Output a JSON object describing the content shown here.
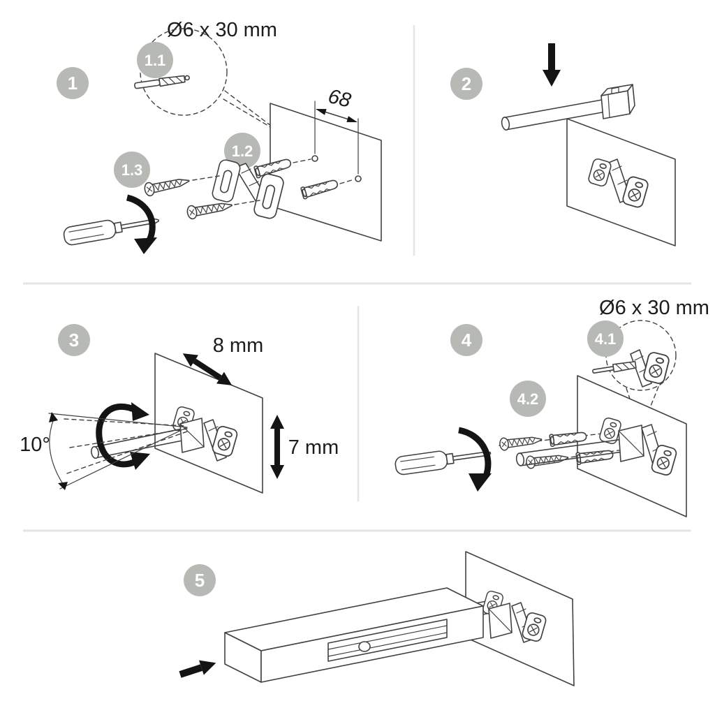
{
  "colors": {
    "badge": "#b7bab4",
    "line": "#414141",
    "arrow": "#141414",
    "divider": "#e4e4e4",
    "label": "#1c1c1c",
    "background": "#ffffff"
  },
  "steps": {
    "step1": {
      "number": "1",
      "substep_drill": "1.1",
      "substep_anchor": "1.2",
      "substep_screw": "1.3",
      "drill_size_label": "Ø6 x 30 mm",
      "hole_spacing_label": "68"
    },
    "step2": {
      "number": "2"
    },
    "step3": {
      "number": "3",
      "angle_label": "10°",
      "slide_label": "8 mm",
      "drop_label": "7 mm"
    },
    "step4": {
      "number": "4",
      "substep_drill": "4.1",
      "substep_screw": "4.2",
      "drill_size_label": "Ø6 x 30 mm"
    },
    "step5": {
      "number": "5"
    }
  }
}
